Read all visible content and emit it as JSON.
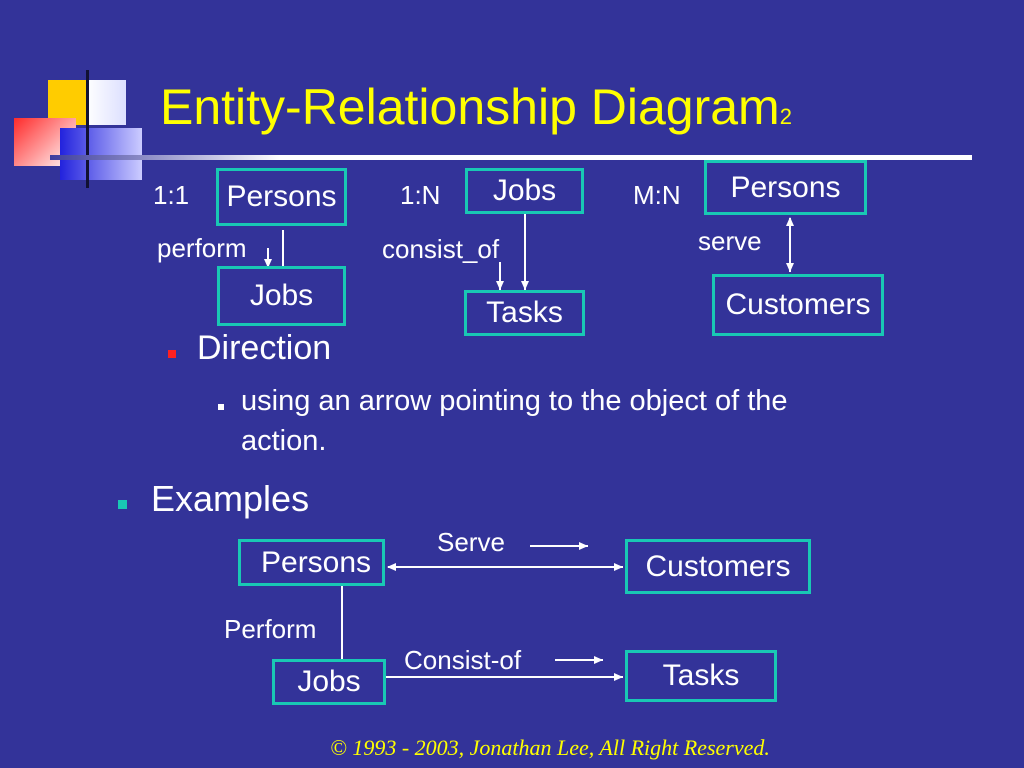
{
  "title": {
    "main": "Entity-Relationship Diagram",
    "sub": "2"
  },
  "colors": {
    "background": "#333399",
    "title": "#ffff00",
    "box_border": "#19c8b4",
    "text": "#ffffff"
  },
  "top_examples": {
    "one_to_one": {
      "cardinality": "1:1",
      "from": "Persons",
      "relation": "perform",
      "to": "Jobs"
    },
    "one_to_many": {
      "cardinality": "1:N",
      "from": "Jobs",
      "relation": "consist_of",
      "to": "Tasks"
    },
    "many_to_many": {
      "cardinality": "M:N",
      "from": "Persons",
      "relation": "serve",
      "to": "Customers"
    }
  },
  "bullets": {
    "direction": "Direction",
    "direction_detail_line1": "using an arrow pointing to the object of the",
    "direction_detail_line2": "action.",
    "examples": "Examples"
  },
  "example_diagram": {
    "persons": "Persons",
    "customers": "Customers",
    "jobs": "Jobs",
    "tasks": "Tasks",
    "serve": "Serve",
    "perform": "Perform",
    "consist_of": "Consist-of"
  },
  "footer": {
    "copyright": "© 1993 - 2003, Jonathan Lee, All Right Reserved."
  }
}
